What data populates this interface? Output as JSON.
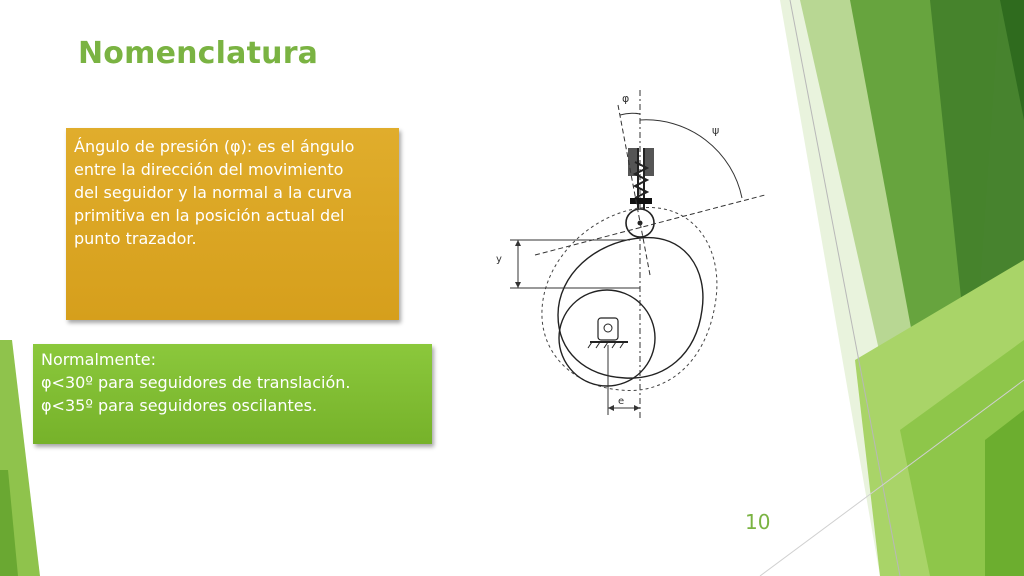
{
  "slide": {
    "title": "Nomenclatura",
    "page_number": "10"
  },
  "definition_box": {
    "lines": [
      "Ángulo de presión (φ): es el ángulo",
      "entre la dirección del movimiento",
      "del seguidor y la normal a la curva",
      "primitiva en la posición actual del",
      "punto trazador."
    ]
  },
  "note_box": {
    "lines": [
      "Normalmente:",
      "φ<30º para seguidores de translación.",
      "φ<35º para seguidores oscilantes."
    ]
  },
  "diagram": {
    "labels": {
      "phi": "φ",
      "psi": "ψ",
      "y": "y",
      "e": "e"
    }
  },
  "colors": {
    "title": "#7ab342",
    "gold_box": "#d9a423",
    "green_box": "#80bc32",
    "deco_dark": "#5e9e35",
    "deco_light": "#a9d468"
  }
}
